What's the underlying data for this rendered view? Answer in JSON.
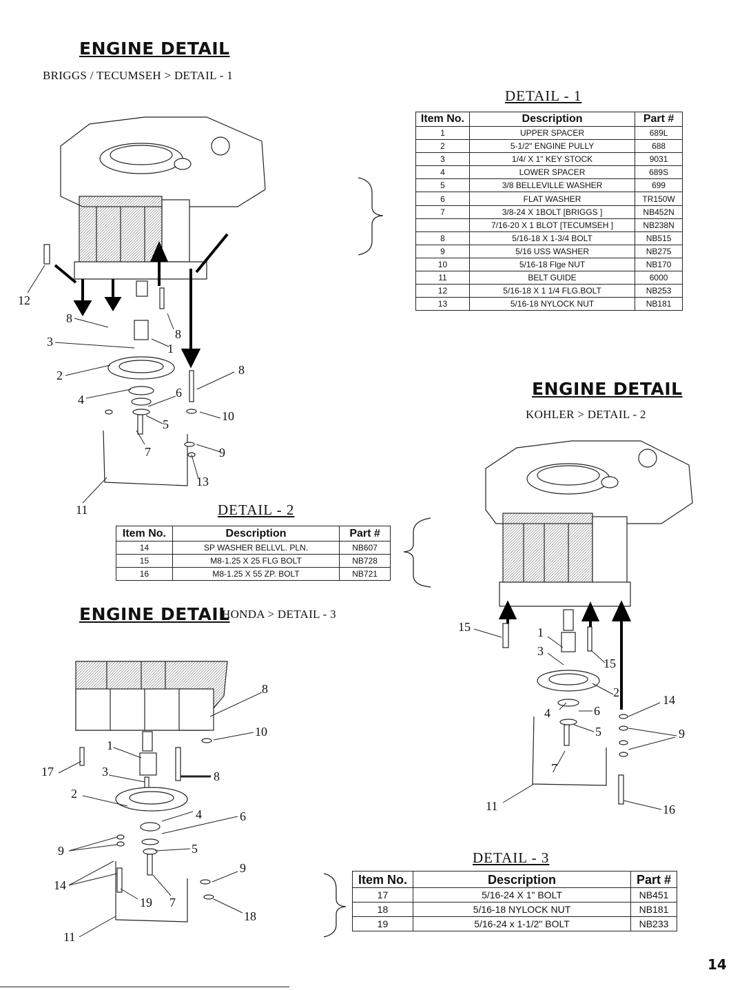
{
  "headings": {
    "briggs": "ENGINE DETAIL",
    "briggs_sub": "BRIGGS / TECUMSEH > DETAIL - 1",
    "kohler": "ENGINE DETAIL",
    "kohler_sub": "KOHLER > DETAIL - 2",
    "honda": "ENGINE DETAIL",
    "honda_sub": "HONDA > DETAIL - 3"
  },
  "detail1": {
    "title": "DETAIL - 1",
    "headers": [
      "Item No.",
      "Description",
      "Part #"
    ],
    "rows": [
      [
        "1",
        "UPPER SPACER",
        "689L"
      ],
      [
        "2",
        "5-1/2\" ENGINE PULLY",
        "688"
      ],
      [
        "3",
        "1/4/ X 1\" KEY STOCK",
        "9031"
      ],
      [
        "4",
        "LOWER SPACER",
        "689S"
      ],
      [
        "5",
        "3/8 BELLEVILLE WASHER",
        "699"
      ],
      [
        "6",
        "FLAT WASHER",
        "TR150W"
      ],
      [
        "7",
        "3/8-24 X 1BOLT [BRIGGS ]",
        "NB452N"
      ],
      [
        "",
        "7/16-20 X 1 BLOT [TECUMSEH ]",
        "NB238N"
      ],
      [
        "8",
        "5/16-18 X 1-3/4 BOLT",
        "NB515"
      ],
      [
        "9",
        "5/16 USS WASHER",
        "NB275"
      ],
      [
        "10",
        "5/16-18 Flge NUT",
        "NB170"
      ],
      [
        "11",
        "BELT GUIDE",
        "6000"
      ],
      [
        "12",
        "5/16-18 X 1 1/4 FLG.BOLT",
        "NB253"
      ],
      [
        "13",
        "5/16-18 NYLOCK NUT",
        "NB181"
      ]
    ]
  },
  "detail2": {
    "title": "DETAIL - 2",
    "headers": [
      "Item No.",
      "Description",
      "Part #"
    ],
    "rows": [
      [
        "14",
        "SP WASHER BELLVL. PLN.",
        "NB607"
      ],
      [
        "15",
        "M8-1.25 X 25 FLG BOLT",
        "NB728"
      ],
      [
        "16",
        "M8-1.25 X 55 ZP. BOLT",
        "NB721"
      ]
    ]
  },
  "detail3": {
    "title": "DETAIL - 3",
    "headers": [
      "Item No.",
      "Description",
      "Part #"
    ],
    "rows": [
      [
        "17",
        "5/16-24 X 1\" BOLT",
        "NB451"
      ],
      [
        "18",
        "5/16-18 NYLOCK NUT",
        "NB181"
      ],
      [
        "19",
        "5/16-24 x 1-1/2\" BOLT",
        "NB233"
      ]
    ]
  },
  "callouts": {
    "briggs": [
      "12",
      "8",
      "3",
      "2",
      "4",
      "1",
      "8",
      "8",
      "6",
      "10",
      "5",
      "7",
      "9",
      "13",
      "11"
    ],
    "kohler": [
      "15",
      "1",
      "3",
      "15",
      "2",
      "14",
      "4",
      "6",
      "5",
      "9",
      "7",
      "11",
      "16"
    ],
    "honda": [
      "8",
      "10",
      "17",
      "1",
      "3",
      "8",
      "2",
      "4",
      "6",
      "9",
      "5",
      "9",
      "14",
      "19",
      "7",
      "18",
      "11"
    ]
  },
  "page_number": "14"
}
